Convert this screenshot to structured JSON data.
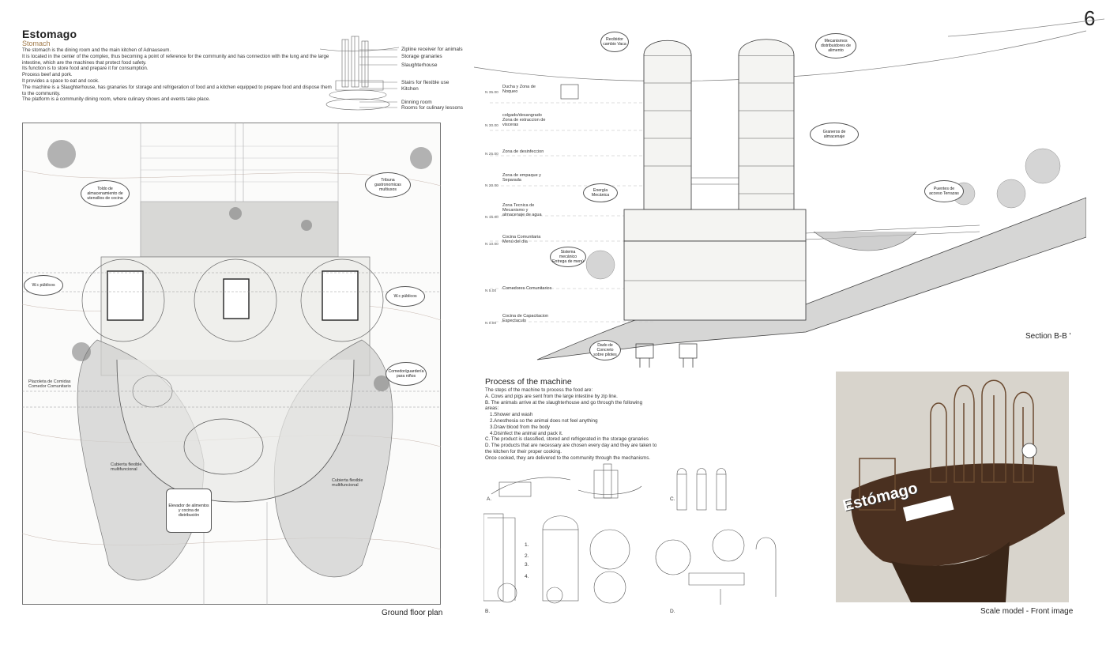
{
  "page_number": "6",
  "header": {
    "title": "Estomago",
    "subtitle": "Stomach",
    "description_lines": [
      "The stomach is the dining room and the main kitchen of Adnauseum.",
      "It is located in the center of the complex, thus becoming a point of reference for the community and has connection with the lung and the large",
      "intestine, which are the machines that protect food safety.",
      "Its function is to store food and prepare it for consumption.",
      "Process beef and pork.",
      "It provides a space to eat and cook.",
      "The machine is a Slaughterhouse, has granaries for storage and refrigeration of food and a kitchen equipped to prepare food and dispose them",
      "to the community.",
      "The platform is a community dining room, where culinary shows and events take place."
    ]
  },
  "key_diagram_labels": [
    "Zipline receiver for animals",
    "Storage granaries",
    "Slaughterhouse",
    "Stairs for flexible use",
    "Kitchen",
    "Dinning room",
    "Rooms for culinary lessons"
  ],
  "plan": {
    "caption": "Ground floor plan",
    "labels": {
      "toldo": "Toldo de almacenamiento de utensilios de cocina",
      "tribuna": "Tribuna gastronomicas multiusos",
      "wc_left": "W.c públicos",
      "wc_right": "W.c públicos",
      "plazoleta": "Plazoleta de Comidas Comedor Comunitario",
      "comedor": "Comedor/guardería para niños",
      "cubierta_left": "Cubierta flexible multifuncional",
      "cubierta_right": "Cubierta flexible multifuncional",
      "elevador": "Elevador de alimentos y cocina de distribución"
    }
  },
  "section": {
    "caption": "Section B-B '",
    "levels": [
      {
        "elev": "N 35.00",
        "name": "Ducha y Zona de Noqueo"
      },
      {
        "elev": "N 30.00",
        "name": "colgado/desangrado Zona de extraccion de visceras"
      },
      {
        "elev": "N 25.00",
        "name": "Zona de desinfeccion"
      },
      {
        "elev": "N 20.00",
        "name": "Zona de empaque y Separada"
      },
      {
        "elev": "N 15.00",
        "name": "Zona Tecnica de Mecanismo y almacenaje de agua"
      },
      {
        "elev": "N 10.00",
        "name": "Cocina Comunitaria Menú del día"
      },
      {
        "elev": "N 5.00",
        "name": "Comedores Comunitarios"
      },
      {
        "elev": "N 0.00",
        "name": "Cocina de Capacitacion Espectaculo"
      }
    ],
    "bubbles": {
      "receptor": "Recibidor cambio Vaca",
      "mecanismos": "Mecanismos distribuidores de alimento",
      "graneros": "Graneros de almacenaje",
      "puentes": "Puentes de acceso Terrazas",
      "energia": "Energía Mecánica",
      "sistema": "Sistema mecánico Entrega de menú",
      "dado": "Dado de Concreto sobre pilotes"
    }
  },
  "process": {
    "title": "Process of the machine",
    "lines": [
      "The steps of the machine to process the food are:",
      "A. Cows and pigs are sent from the large intestine by zip line.",
      "B. The animals arrive at the slaughterhouse and go through the following",
      "areas:",
      "1.Shower and wash",
      "2.Anesthesia so the animal does not feel anything",
      "3.Draw blood from the body",
      "4.Disinfect the animal and pack it.",
      "C. The product is classified, stored and refrigerated in the storage granaries",
      "D. The products that are necessary are chosen every day and they are taken to",
      "the kitchen for their proper cooking.",
      "Once cooked, they are delivered to the community through the mechanisms."
    ],
    "diagram_letters": [
      "A.",
      "B.",
      "C.",
      "D."
    ],
    "step_numbers": [
      "1.",
      "2.",
      "3.",
      "4."
    ]
  },
  "model": {
    "caption": "Scale model - Front image",
    "sign": "Estómago"
  },
  "colors": {
    "paper": "#ffffff",
    "ink": "#333333",
    "subtitle": "#a07a4a",
    "wing": "#cfcfcf",
    "photo_bg": "#d8d4cc",
    "model_dark": "#4a3020"
  }
}
